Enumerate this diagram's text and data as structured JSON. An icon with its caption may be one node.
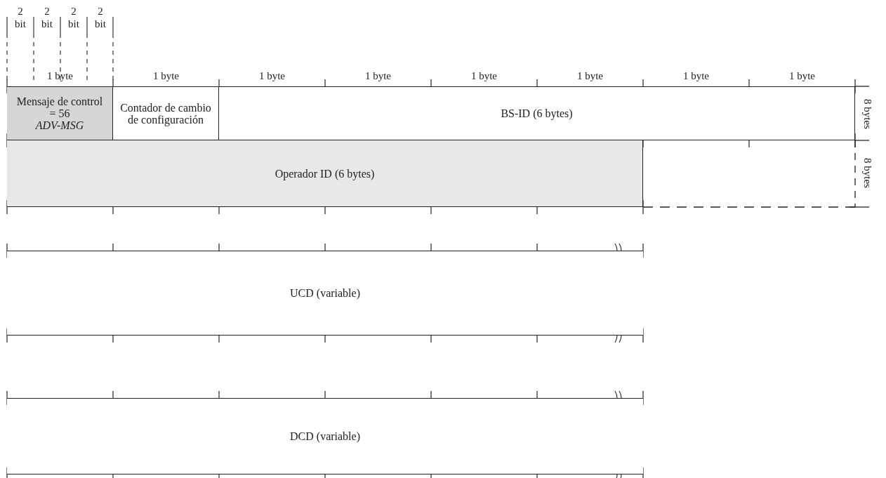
{
  "diagram": {
    "nodes": [
      {
        "text": [
          "Mensaje de control = 56",
          "ADV-MSG"
        ]
      },
      {
        "text": [
          "Contador de cambio de configuración"
        ]
      },
      {
        "text": [
          "BS-ID (6 bytes)"
        ]
      },
      {
        "text": [
          "Operador ID (6 bytes)"
        ]
      },
      {
        "text": [
          "UCD (variable)"
        ]
      },
      {
        "text": [
          "DCD (variable)"
        ]
      }
    ],
    "edges": [],
    "labels": [
      "2",
      "2",
      "2",
      "2",
      "bit",
      "bit",
      "bit",
      "bit",
      "1 byte",
      "1 byte",
      "1 byte",
      "1 byte",
      "1 byte",
      "1 byte",
      "1 byte",
      "1 byte",
      "8 bytes",
      "8 bytes"
    ]
  }
}
